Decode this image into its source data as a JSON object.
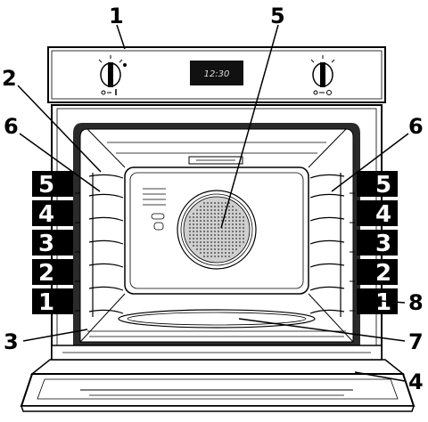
{
  "display_time": "12:30",
  "callouts": {
    "c1": "1",
    "c2": "2",
    "c3": "3",
    "c4": "4",
    "c5": "5",
    "c6_left": "6",
    "c6_right": "6",
    "c7": "7",
    "c8": "8"
  },
  "shelf_levels_left": [
    "5",
    "4",
    "3",
    "2",
    "1"
  ],
  "shelf_levels_right": [
    "5",
    "4",
    "3",
    "2",
    "1"
  ]
}
